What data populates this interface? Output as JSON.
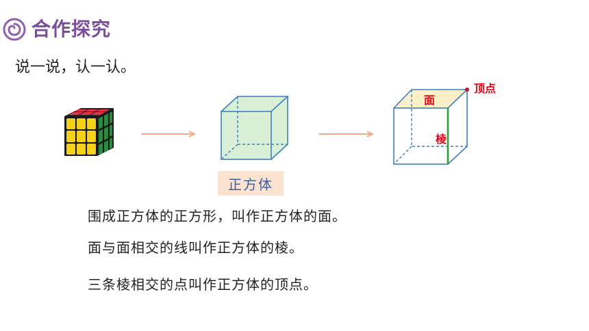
{
  "header": {
    "title": "合作探究",
    "icon": "spiral-icon",
    "accent_color": "#7b4d9a"
  },
  "prompt": "说一说，认一认。",
  "cube": {
    "label": "正方体",
    "fill_color": "#d9efd6",
    "edge_color": "#3a7fc1",
    "label_bg": "#fbe3d0"
  },
  "diagram": {
    "face_label": "面",
    "edge_label": "棱",
    "vertex_label": "顶点",
    "face_color": "#fdf0c8",
    "edge_highlight_color": "#2e9a3c",
    "label_color": "#e60012"
  },
  "definitions": [
    "围成正方体的正方形，叫作正方体的面。",
    "面与面相交的线叫作正方体的棱。",
    "三条棱相交的点叫作正方体的顶点。"
  ]
}
